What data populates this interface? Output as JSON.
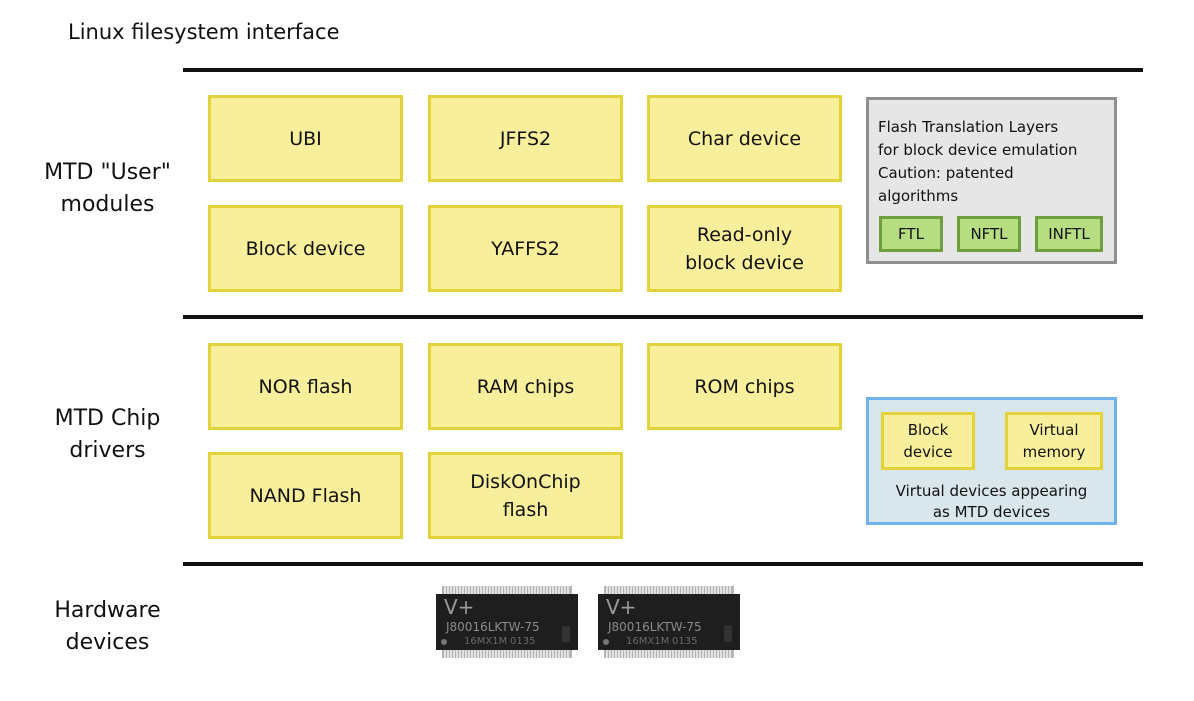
{
  "title": "Linux filesystem interface",
  "layers": {
    "user_modules": "MTD \"User\"\nmodules",
    "chip_drivers": "MTD Chip\ndrivers",
    "hardware": "Hardware\ndevices"
  },
  "user_modules": {
    "ubi": "UBI",
    "jffs2": "JFFS2",
    "char_device": "Char device",
    "block_device": "Block device",
    "yaffs2": "YAFFS2",
    "readonly_block_device": "Read-only\nblock device"
  },
  "ftl_panel": {
    "line1": "Flash Translation Layers\nfor block device emulation",
    "line2": "Caution: patented\nalgorithms",
    "ftl": "FTL",
    "nftl": "NFTL",
    "inftl": "INFTL"
  },
  "chip_drivers": {
    "nor_flash": "NOR flash",
    "ram_chips": "RAM chips",
    "rom_chips": "ROM chips",
    "nand_flash": "NAND Flash",
    "diskonchip": "DiskOnChip\nflash"
  },
  "virtual_panel": {
    "block_device": "Block\ndevice",
    "virtual_memory": "Virtual\nmemory",
    "note": "Virtual devices appearing\nas MTD devices"
  },
  "chips": [
    {
      "brand": "V+",
      "part": "J80016LKTW-75",
      "code1": "16MX1M",
      "code2": "0135"
    },
    {
      "brand": "V+",
      "part": "J80016LKTW-75",
      "code1": "16MX1M",
      "code2": "0135"
    }
  ]
}
